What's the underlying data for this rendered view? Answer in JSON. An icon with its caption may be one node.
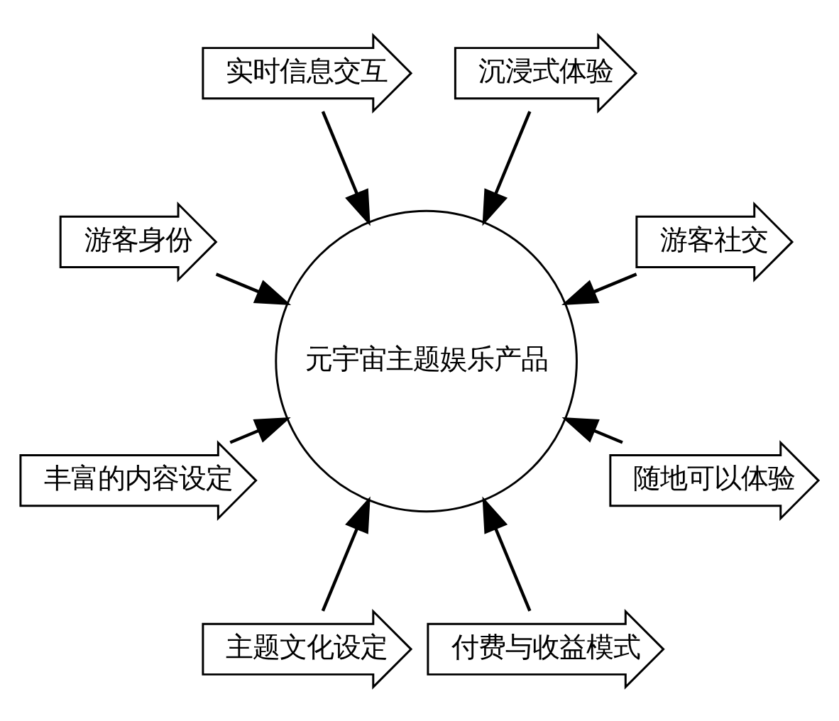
{
  "diagram": {
    "nodes": [
      {
        "text": [
          "元宇宙主题娱乐产品"
        ]
      },
      {
        "text": [
          "游客社交"
        ]
      },
      {
        "text": [
          "沉浸式体验"
        ]
      },
      {
        "text": [
          "实时信息交互"
        ]
      },
      {
        "text": [
          "游客身份"
        ]
      },
      {
        "text": [
          "丰富的内容设定"
        ]
      },
      {
        "text": [
          "主题文化设定"
        ]
      },
      {
        "text": [
          "付费与收益模式"
        ]
      },
      {
        "text": [
          "随地可以体验"
        ]
      }
    ],
    "edges": [
      {
        "from": 1,
        "to": 0,
        "arrow": "to"
      },
      {
        "from": 2,
        "to": 0,
        "arrow": "to"
      },
      {
        "from": 3,
        "to": 0,
        "arrow": "to"
      },
      {
        "from": 4,
        "to": 0,
        "arrow": "to"
      },
      {
        "from": 5,
        "to": 0,
        "arrow": "to"
      },
      {
        "from": 6,
        "to": 0,
        "arrow": "to"
      },
      {
        "from": 7,
        "to": 0,
        "arrow": "to"
      },
      {
        "from": 8,
        "to": 0,
        "arrow": "to"
      }
    ]
  }
}
